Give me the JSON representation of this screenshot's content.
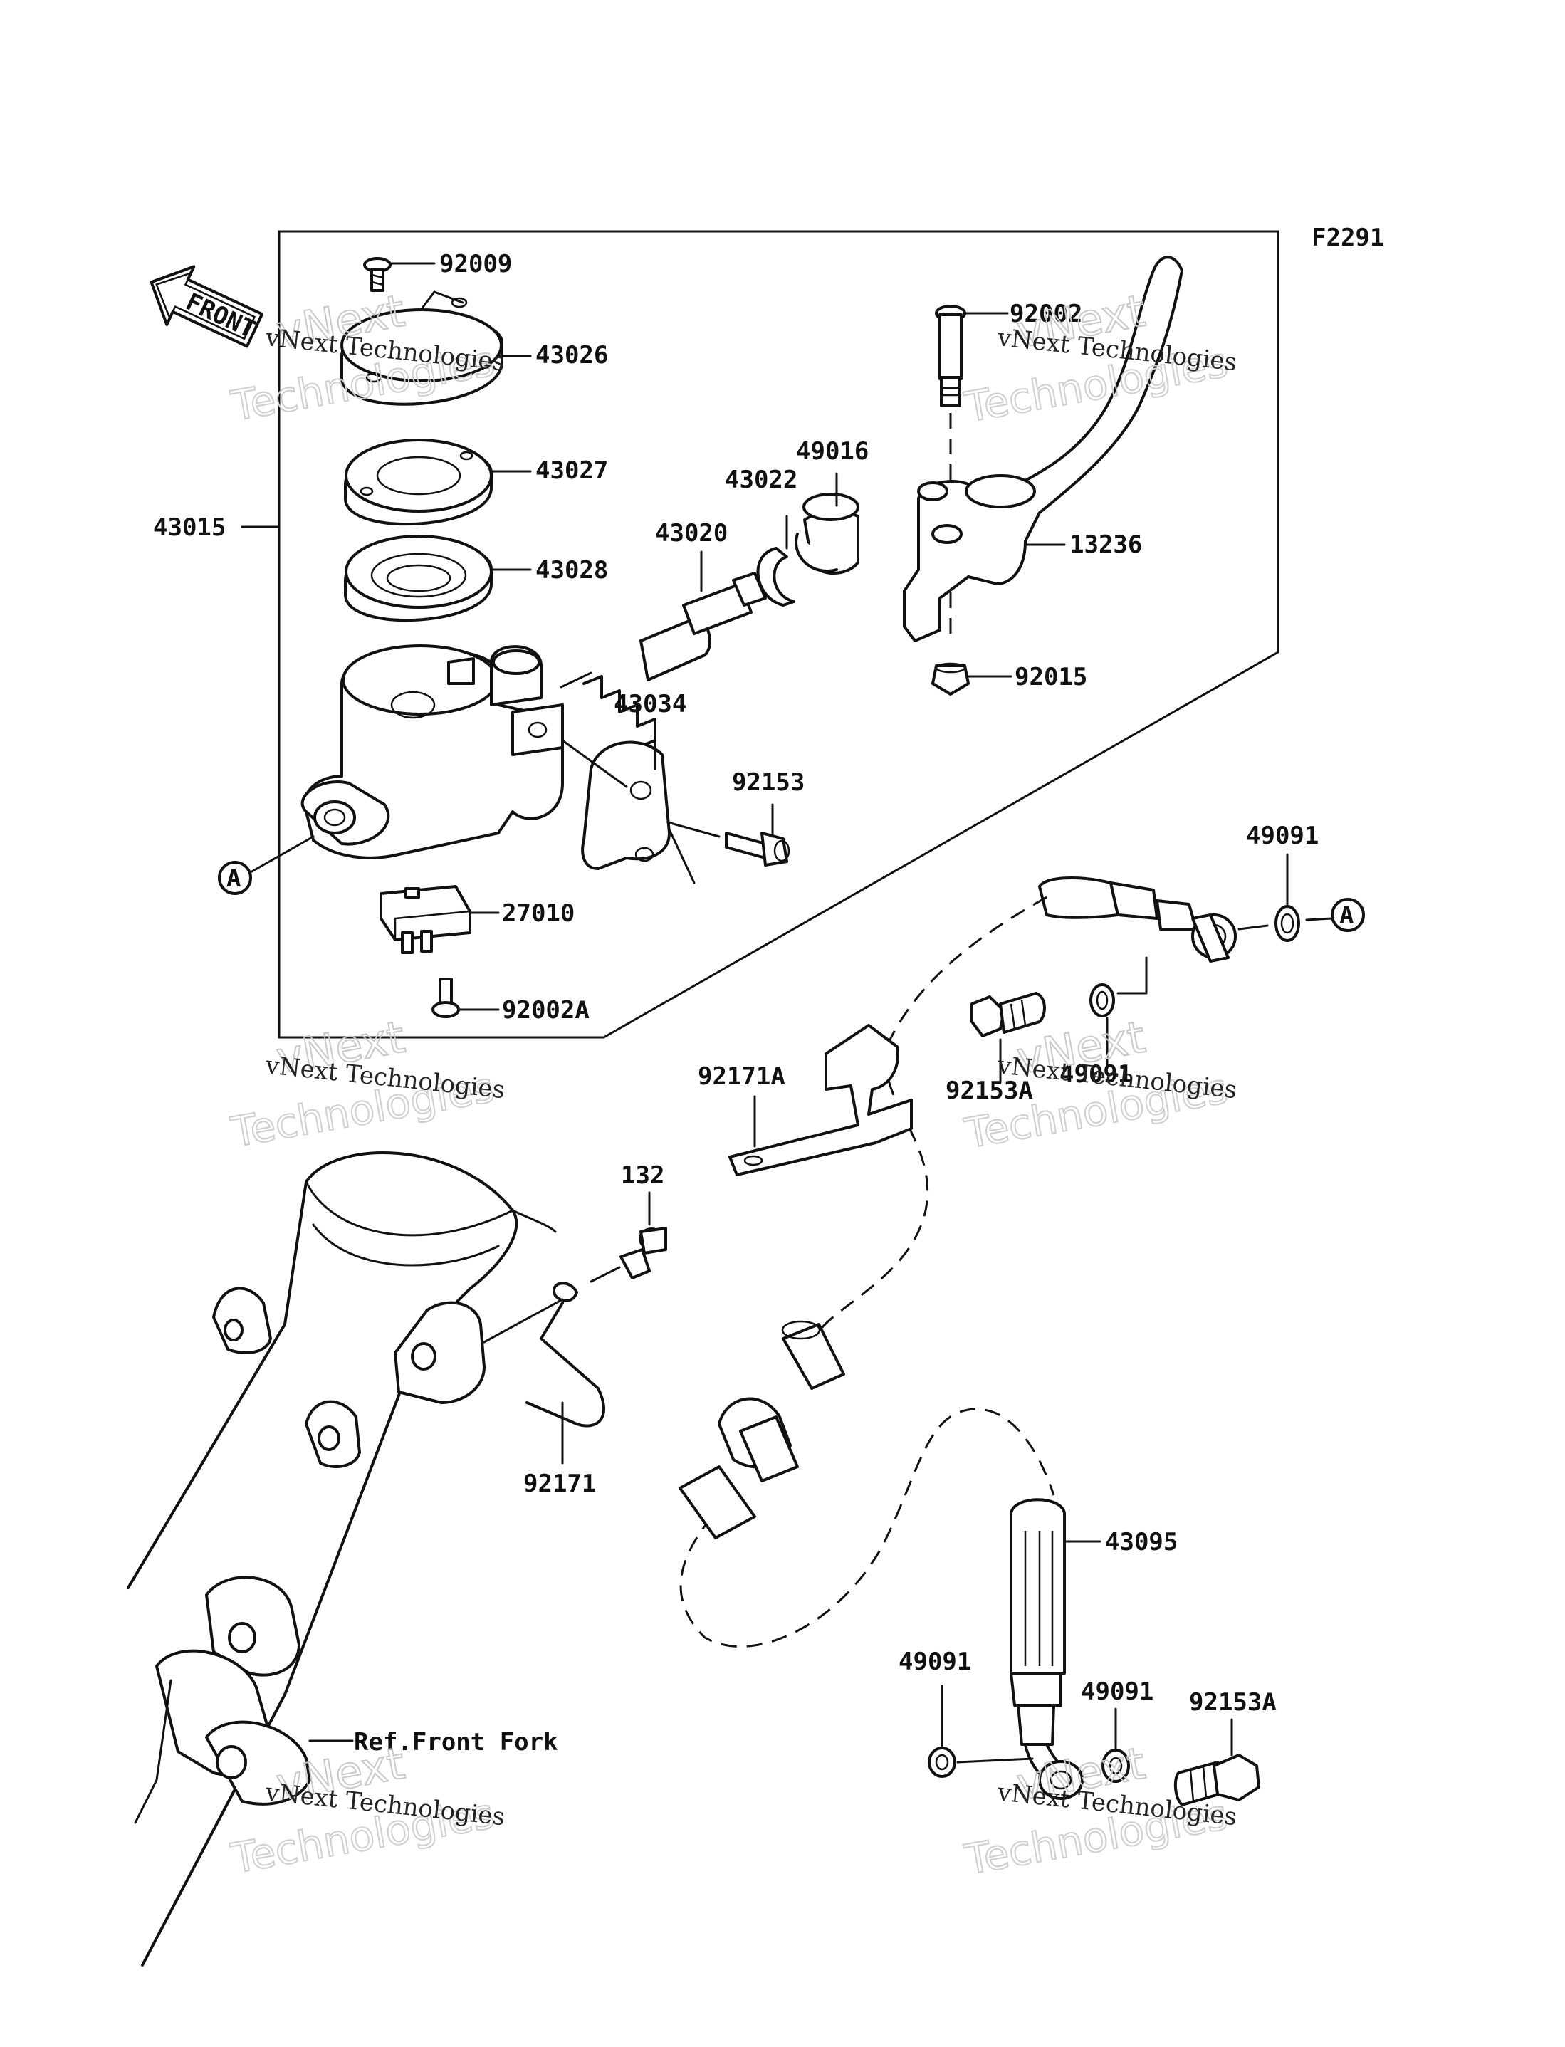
{
  "figure_code": "F2291",
  "front_arrow_text": "FRONT",
  "reference_label": "Ref.Front Fork",
  "connector_symbol": "A",
  "watermark": {
    "company": "vNext Technologies",
    "word1": "vNext",
    "word2": "Technologies"
  },
  "callouts": [
    "92009",
    "43026",
    "43027",
    "43028",
    "43015",
    "43020",
    "43022",
    "49016",
    "92002",
    "13236",
    "92015",
    "43034",
    "92153",
    "27010",
    "92002A",
    "49091",
    "92153A",
    "49091",
    "92171A",
    "132",
    "92171",
    "43095",
    "49091",
    "49091",
    "92153A"
  ]
}
